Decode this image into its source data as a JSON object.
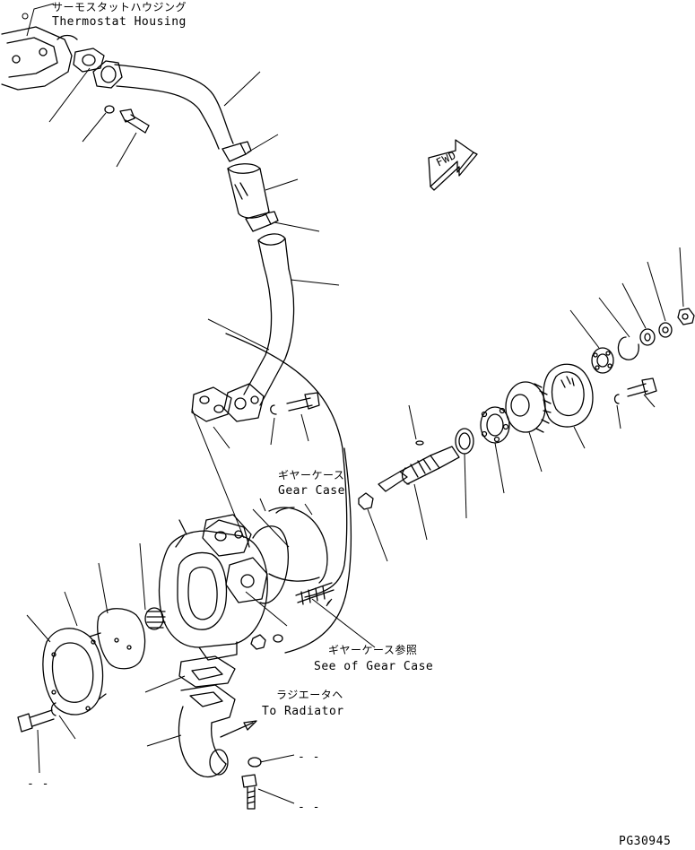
{
  "labels": {
    "thermostat_jp": "サーモスタットハウジング",
    "thermostat_en": "Thermostat Housing",
    "fwd": "FWD",
    "gearcase_jp": "ギヤーケース",
    "gearcase_en": "Gear Case",
    "see_gearcase_jp": "ギヤーケース参照",
    "see_gearcase_en": "See of Gear Case",
    "radiator_jp": "ラジエータヘ",
    "radiator_en": "To Radiator",
    "dash_1": "- -",
    "dash_2": "- -",
    "dash_3": "- -",
    "drawing_no": "PG30945"
  }
}
